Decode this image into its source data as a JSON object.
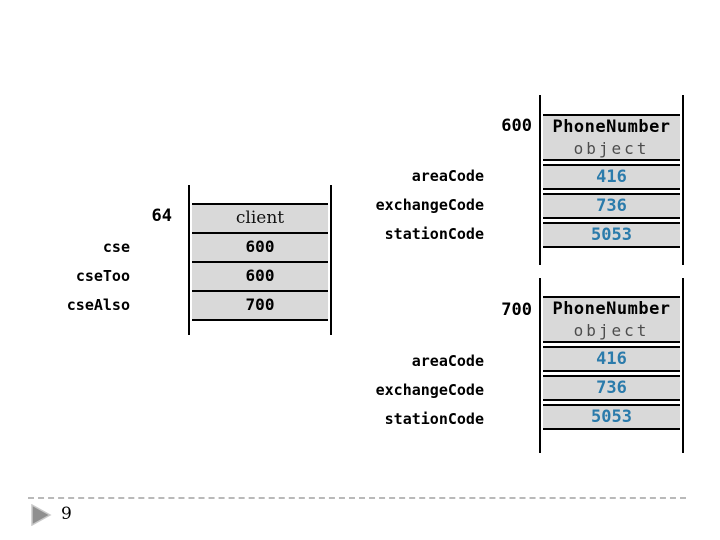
{
  "page": {
    "number": "9"
  },
  "colors": {
    "value_blue": "#2b7bab",
    "cell_bg": "#d9d9d9",
    "border": "#000000",
    "dashed_rule": "#b9b9b9",
    "marker_gray": "#8f8f8f"
  },
  "client_table": {
    "address": "64",
    "header": "client",
    "rows": [
      {
        "label": "cse",
        "value": "600"
      },
      {
        "label": "cseToo",
        "value": "600"
      },
      {
        "label": "cseAlso",
        "value": "700"
      }
    ]
  },
  "objects": [
    {
      "address": "600",
      "title": "PhoneNumber",
      "subtitle": "object",
      "fields": [
        {
          "label": "areaCode",
          "value": "416"
        },
        {
          "label": "exchangeCode",
          "value": "736"
        },
        {
          "label": "stationCode",
          "value": "5053"
        }
      ]
    },
    {
      "address": "700",
      "title": "PhoneNumber",
      "subtitle": "object",
      "fields": [
        {
          "label": "areaCode",
          "value": "416"
        },
        {
          "label": "exchangeCode",
          "value": "736"
        },
        {
          "label": "stationCode",
          "value": "5053"
        }
      ]
    }
  ]
}
